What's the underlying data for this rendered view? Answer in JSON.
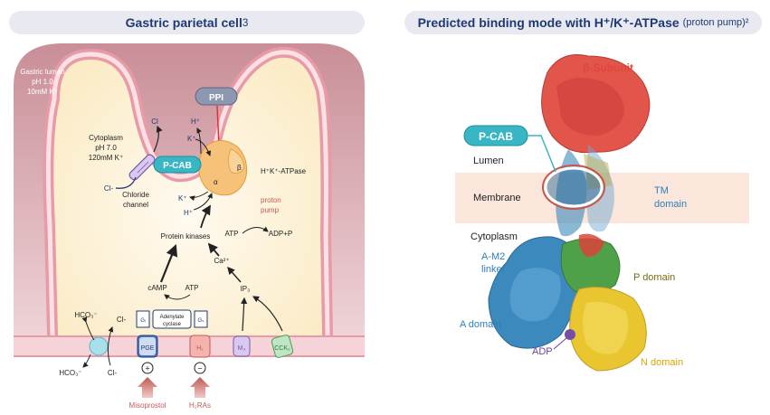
{
  "left": {
    "title": "Gastric parietal cell",
    "title_sup": "3",
    "lumen": [
      "Gastric lumen",
      "pH 1.0",
      "10mM K⁺"
    ],
    "cytoplasm": [
      "Cytoplasm",
      "pH 7.0",
      "120mM K⁺"
    ],
    "ppi": "PPI",
    "pcab": "P-CAB",
    "cl_top": "Cl",
    "cl_minus": "Cl-",
    "chloride_channel": [
      "Chloride",
      "channel"
    ],
    "h_plus_top": "H⁺",
    "k_plus_top": "K⁺",
    "beta": "β",
    "alpha": "α",
    "atpase": "H⁺K⁺-ATPase",
    "proton_pump": [
      "proton",
      "pump"
    ],
    "k_plus_bottom": "K⁺",
    "h_plus_bottom": "H⁺",
    "protein_kinases": "Protein kinases",
    "atp_right": "ATP",
    "adp_p": "ADP+P",
    "ca": "Ca²⁺",
    "camp": "cAMP",
    "atp_mid": "ATP",
    "ip3": "IP₃",
    "gs": "Gₛ",
    "gi": "Gᵢ",
    "adenylate": [
      "Adenylate",
      "cyclase"
    ],
    "hco3_in": "HCO₃⁻",
    "cl_in": "Cl-",
    "hco3_out": "HCO₃⁻",
    "cl_out": "Cl-",
    "pge": "PGE",
    "h2": "H₂",
    "m3": "M₃",
    "cck": "CCK₂",
    "plus": "+",
    "minus": "−",
    "misoprostol": "Misoprostol",
    "h2ras": "H₂RAs"
  },
  "right": {
    "title": "Predicted binding mode with H⁺/K⁺-ATPase",
    "title_light": "(proton pump)²",
    "beta_subunit": "β-Subunit",
    "pcab": "P-CAB",
    "lumen": "Lumen",
    "membrane": "Membrane",
    "tm_domain": [
      "TM",
      "domain"
    ],
    "cytoplasm": "Cytoplasm",
    "am2": [
      "A-M2",
      "linker"
    ],
    "p_domain": "P domain",
    "a_domain": "A domain",
    "adp": "ADP",
    "n_domain": "N domain"
  },
  "colors": {
    "title_blue": "#1f3a73",
    "cell_border": "#e8a0a8",
    "cell_fill": "#fdf3dc",
    "pcab_teal": "#38b6c4",
    "ppi_gray": "#8e97b0",
    "drug_red": "#c05a56",
    "beta_red": "#e0473c",
    "tm_blue": "#2c7fb8",
    "p_green": "#3f9a3a",
    "n_yellow": "#e8c21e",
    "adp_purple": "#6b3fa0"
  }
}
